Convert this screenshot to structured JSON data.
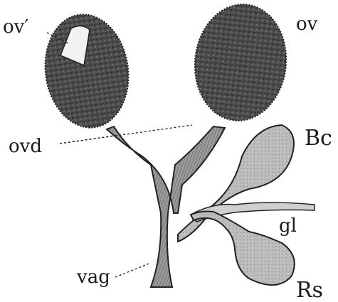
{
  "labels": {
    "ov_prime": "ov′",
    "ov": "ov",
    "ovd": "ovd",
    "bc": "Bc",
    "gl": "gl",
    "vag": "vag",
    "rs": "Rs"
  },
  "colors": {
    "ink": "#1a1a1a",
    "ovary_fill": "#4a4a4a",
    "duct_fill": "#8a8a8a",
    "sac_fill": "#b5b5b5",
    "background": "#ffffff"
  }
}
